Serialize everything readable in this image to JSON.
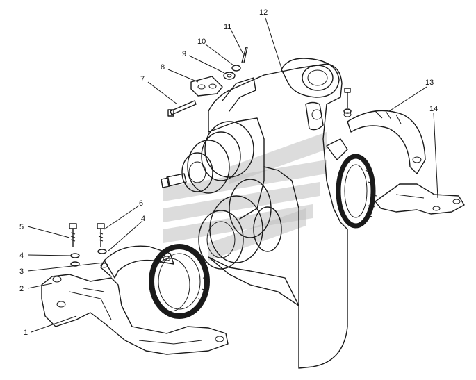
{
  "callouts": [
    {
      "id": "1",
      "label": "1"
    },
    {
      "id": "2",
      "label": "2"
    },
    {
      "id": "3",
      "label": "3"
    },
    {
      "id": "4a",
      "label": "4"
    },
    {
      "id": "4b",
      "label": "4"
    },
    {
      "id": "5",
      "label": "5"
    },
    {
      "id": "6",
      "label": "6"
    },
    {
      "id": "7",
      "label": "7"
    },
    {
      "id": "8",
      "label": "8"
    },
    {
      "id": "9",
      "label": "9"
    },
    {
      "id": "10",
      "label": "10"
    },
    {
      "id": "11",
      "label": "11"
    },
    {
      "id": "12",
      "label": "12"
    },
    {
      "id": "13",
      "label": "13"
    },
    {
      "id": "14",
      "label": "14"
    }
  ],
  "colors": {
    "line": "#1a1a1a",
    "watermark": "#bfc0c0",
    "background": "#ffffff"
  }
}
